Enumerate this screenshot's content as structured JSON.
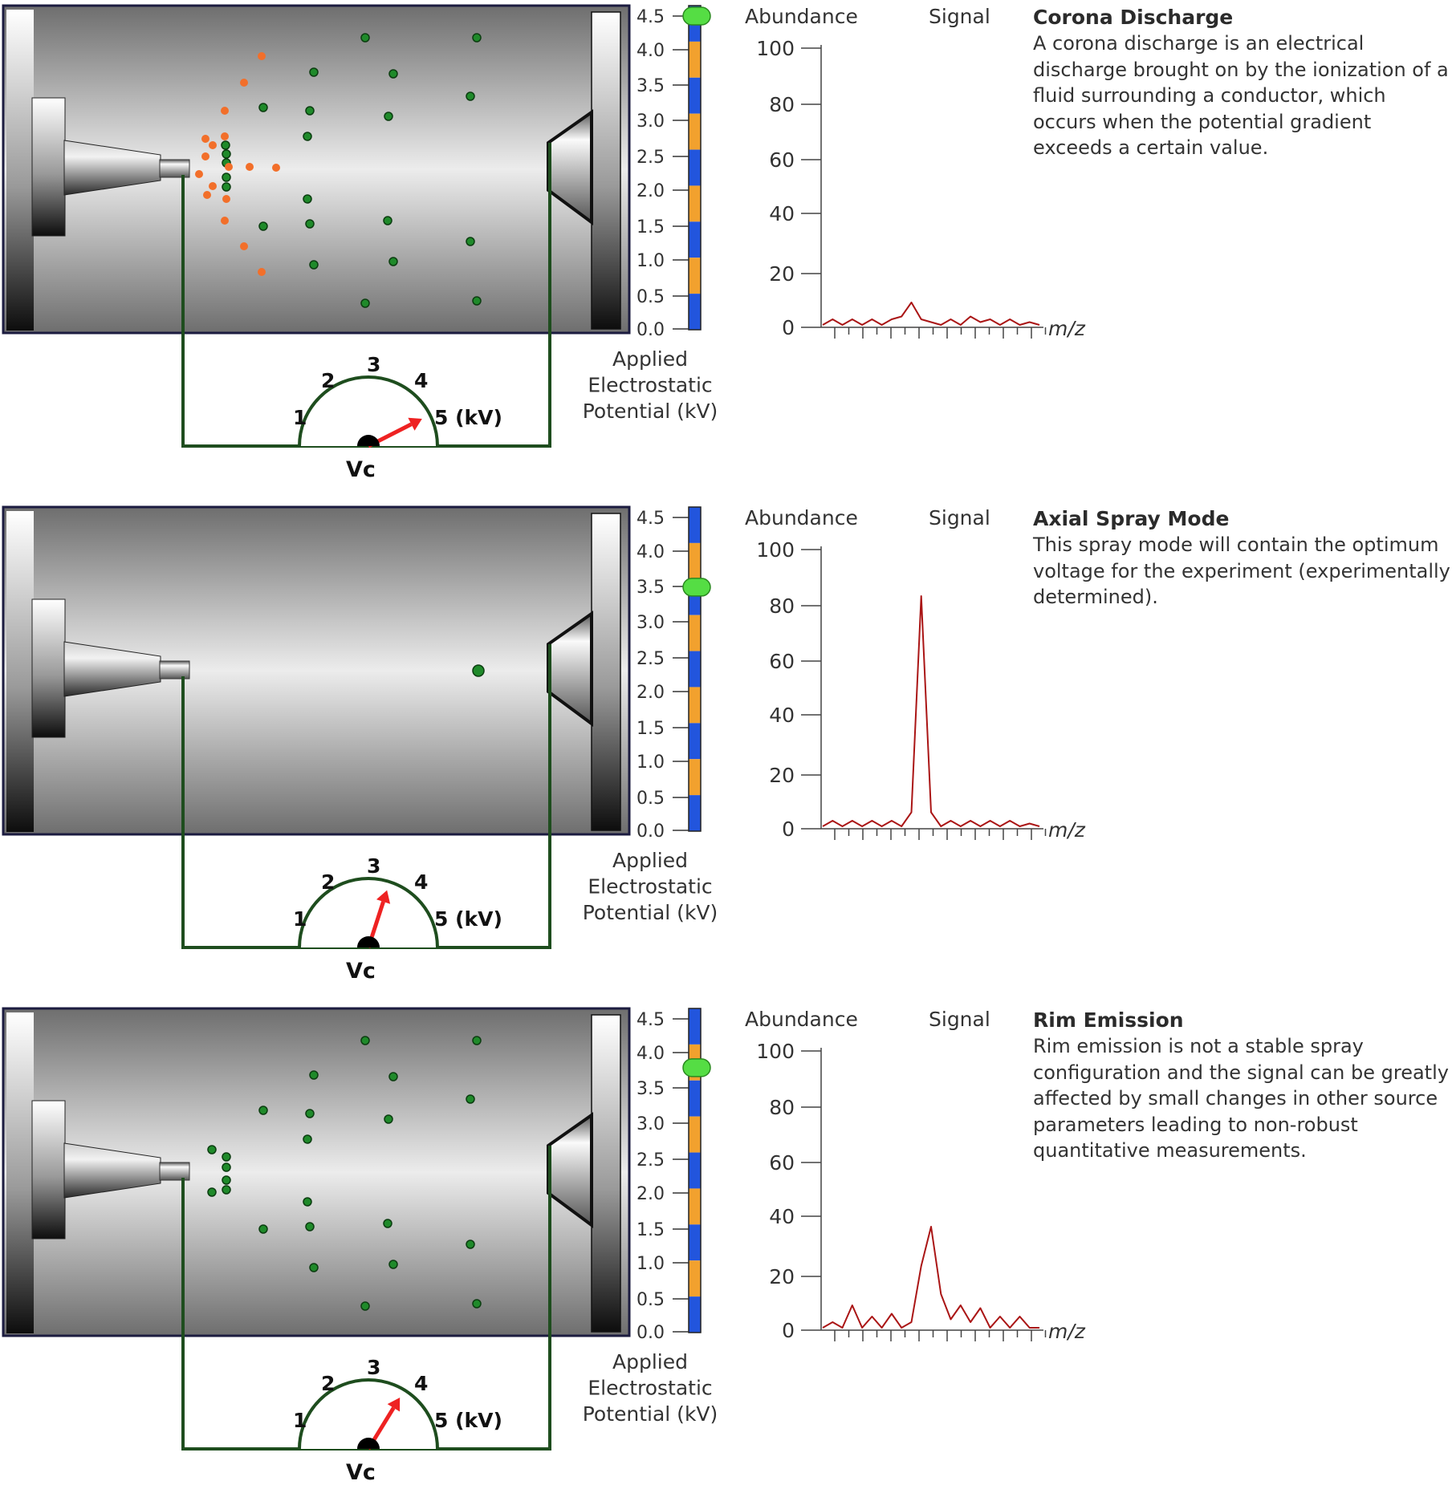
{
  "colors": {
    "droplet_green": "#1f8a2a",
    "droplet_orange": "#f26f2a",
    "circuit_line": "#1e4d1e",
    "needle": "#ee2222",
    "scale_blue": "#2255dd",
    "scale_orange": "#f2a12e",
    "slider_green": "#55dd44",
    "signal_line": "#aa1515",
    "chamber_border": "#1c1c40"
  },
  "labels": {
    "abundance": "Abundance",
    "signal": "Signal",
    "mz": "m/z",
    "applied_lines": [
      "Applied",
      "Electrostatic",
      "Potential (kV)"
    ],
    "vc": "Vc",
    "gauge_ticks": [
      "1",
      "2",
      "3",
      "4",
      "5 (kV)"
    ],
    "scale_ticks": [
      "4.5",
      "4.0",
      "3.5",
      "3.0",
      "2.5",
      "2.0",
      "1.5",
      "1.0",
      "0.5",
      "0.0"
    ],
    "abundance_ticks": [
      "100",
      "80",
      "60",
      "40",
      "20",
      "0"
    ]
  },
  "panels": [
    {
      "id": "corona",
      "title": "Corona Discharge",
      "description": "A corona discharge is an electrical discharge brought on by the ionization of a fluid surrounding a conductor, which occurs when the potential gradient exceeds a certain value.",
      "applied_potential_kv": 4.5,
      "gauge_kv": 4.4
    },
    {
      "id": "axial",
      "title": "Axial Spray Mode",
      "description": "This spray mode will contain the optimum voltage for the experiment (experimentally determined).",
      "applied_potential_kv": 3.5,
      "gauge_kv": 3.4
    },
    {
      "id": "rim",
      "title": "Rim Emission",
      "description": "Rim emission is not a stable spray configuration and the signal can be greatly affected by small changes in other source parameters leading to non-robust quantitative measurements.",
      "applied_potential_kv": 3.8,
      "gauge_kv": 3.7
    }
  ],
  "chart_data": [
    {
      "type": "line",
      "title": "Corona Discharge",
      "xlabel": "m/z",
      "ylabel": "Abundance",
      "ylim": [
        0,
        100
      ],
      "x": [
        0,
        1,
        2,
        3,
        4,
        5,
        6,
        7,
        8,
        9,
        10,
        11,
        12,
        13,
        14,
        15,
        16,
        17,
        18,
        19,
        20,
        21,
        22
      ],
      "series": [
        {
          "name": "Signal",
          "values": [
            0,
            2,
            0,
            2,
            0,
            2,
            0,
            2,
            3,
            8,
            2,
            1,
            0,
            2,
            0,
            3,
            1,
            2,
            0,
            2,
            0,
            1,
            0
          ]
        }
      ]
    },
    {
      "type": "line",
      "title": "Axial Spray Mode",
      "xlabel": "m/z",
      "ylabel": "Abundance",
      "ylim": [
        0,
        100
      ],
      "x": [
        0,
        1,
        2,
        3,
        4,
        5,
        6,
        7,
        8,
        9,
        10,
        11,
        12,
        13,
        14,
        15,
        16,
        17,
        18,
        19,
        20,
        21,
        22
      ],
      "series": [
        {
          "name": "Signal",
          "values": [
            0,
            2,
            0,
            2,
            0,
            2,
            0,
            2,
            0,
            5,
            82,
            5,
            0,
            2,
            0,
            2,
            0,
            2,
            0,
            2,
            0,
            1,
            0
          ]
        }
      ]
    },
    {
      "type": "line",
      "title": "Rim Emission",
      "xlabel": "m/z",
      "ylabel": "Abundance",
      "ylim": [
        0,
        100
      ],
      "x": [
        0,
        1,
        2,
        3,
        4,
        5,
        6,
        7,
        8,
        9,
        10,
        11,
        12,
        13,
        14,
        15,
        16,
        17,
        18,
        19,
        20,
        21,
        22
      ],
      "series": [
        {
          "name": "Signal",
          "values": [
            0,
            2,
            0,
            8,
            0,
            4,
            0,
            5,
            0,
            2,
            22,
            36,
            12,
            3,
            8,
            2,
            7,
            0,
            4,
            0,
            4,
            0,
            0
          ]
        }
      ]
    }
  ]
}
